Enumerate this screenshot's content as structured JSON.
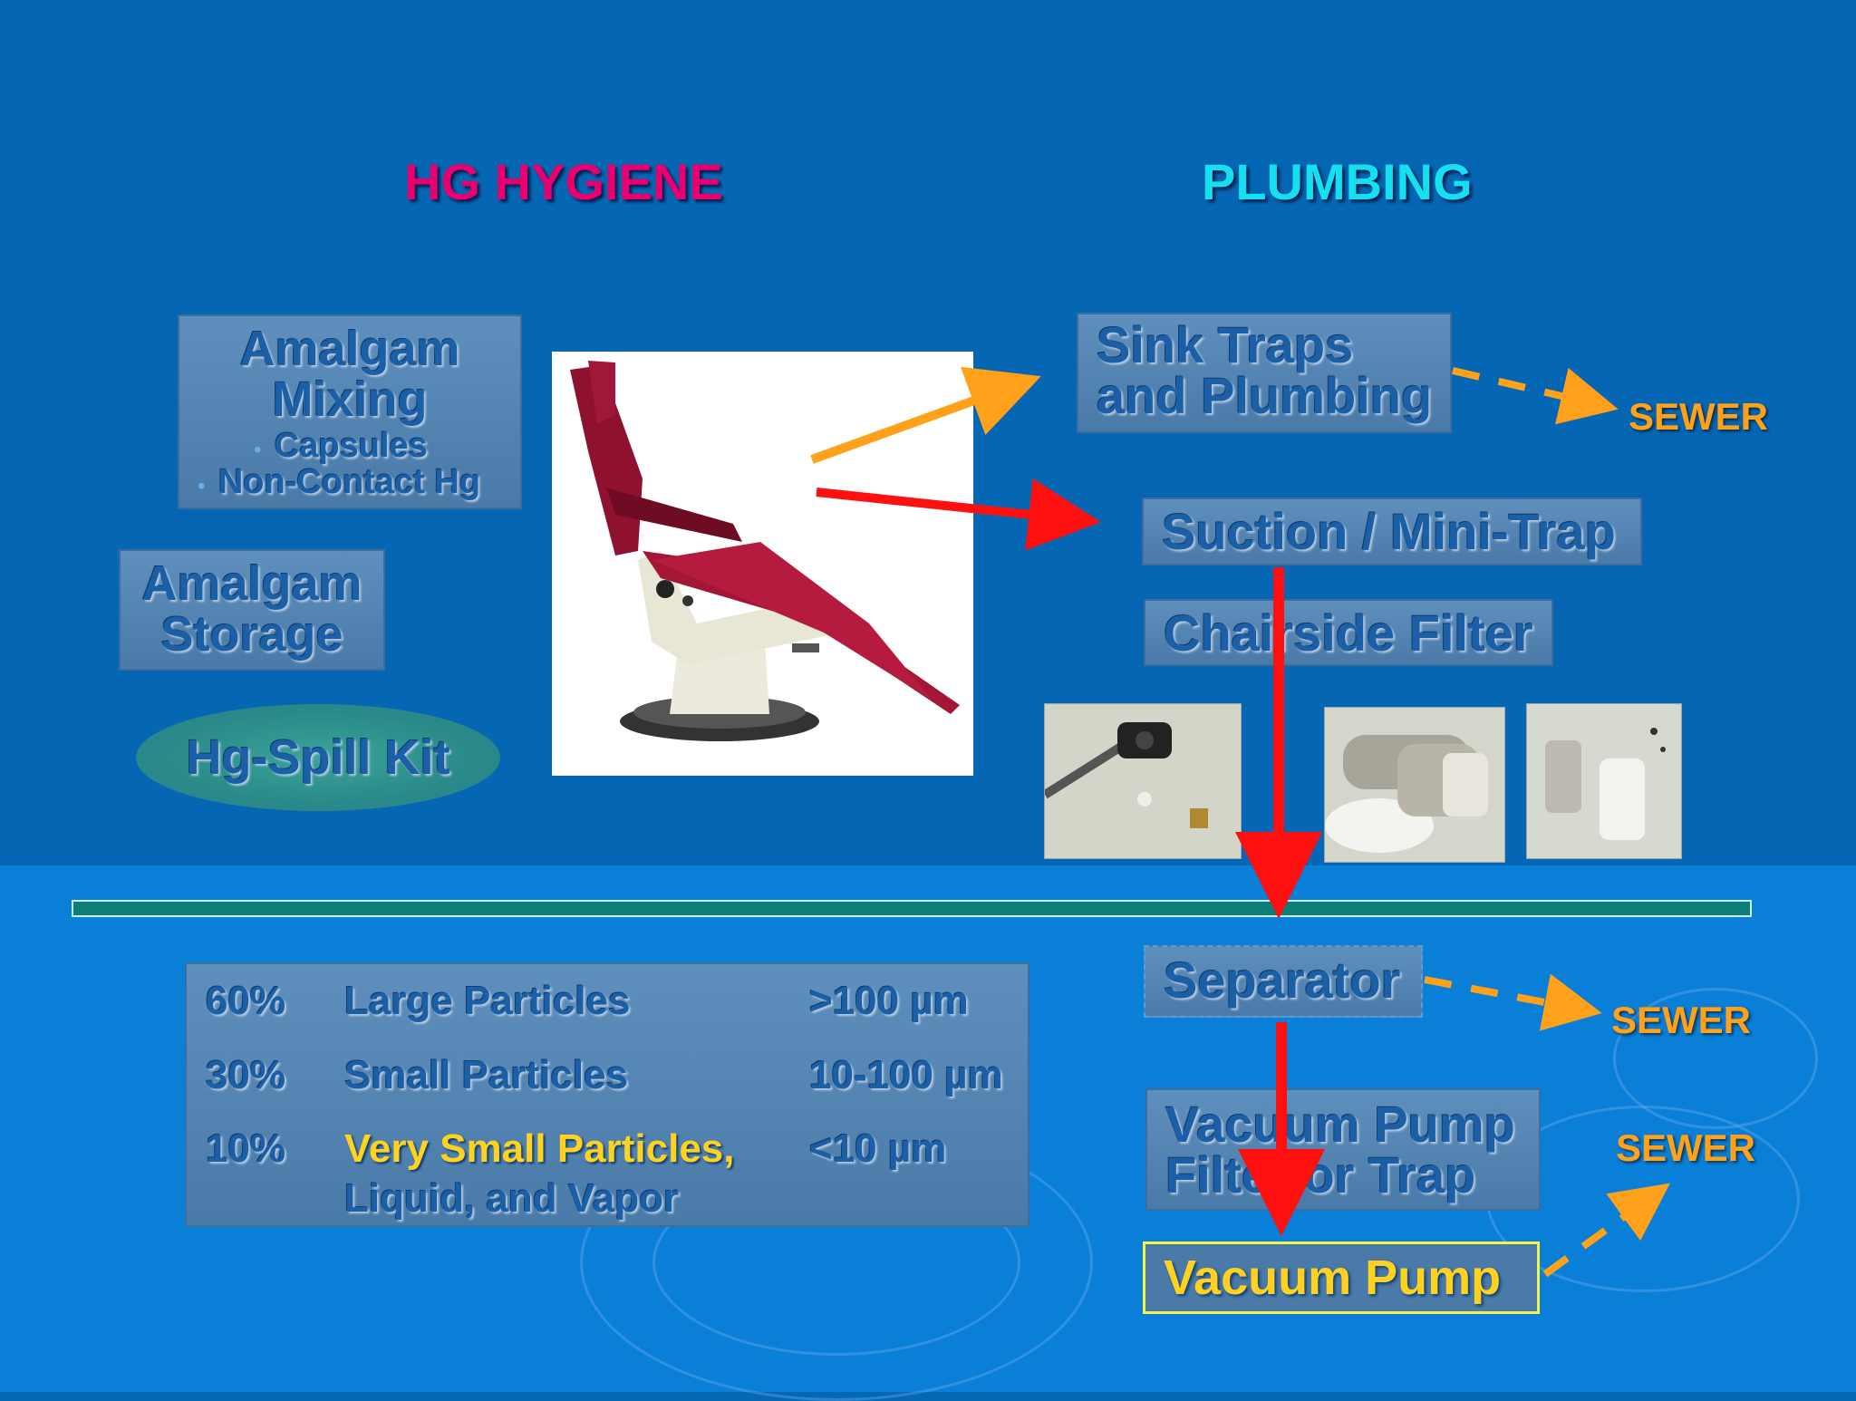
{
  "left_title": "HG HYGIENE",
  "right_title": "PLUMBING",
  "hygiene": {
    "mixing_line1": "Amalgam",
    "mixing_line2": "Mixing",
    "bullet1": "Capsules",
    "bullet2": "Non-Contact Hg",
    "storage_line1": "Amalgam",
    "storage_line2": "Storage",
    "spill_kit": "Hg-Spill Kit"
  },
  "plumbing": {
    "sink_line1": "Sink Traps",
    "sink_line2": "and Plumbing",
    "suction": "Suction / Mini-Trap",
    "chairside": "Chairside Filter",
    "separator": "Separator",
    "vacuum_filter_line1": "Vacuum Pump",
    "vacuum_filter_line2": "Filter or Trap",
    "vacuum_pump": "Vacuum Pump",
    "sewer1": "SEWER",
    "sewer2": "SEWER",
    "sewer3": "SEWER"
  },
  "particles": [
    {
      "pct": "60%",
      "label": "Large Particles",
      "label2": "",
      "size": ">100 µm"
    },
    {
      "pct": "30%",
      "label": "Small Particles",
      "label2": "",
      "size": "10-100 µm"
    },
    {
      "pct": "10%",
      "label": "Very Small Particles,",
      "label2": "Liquid, and Vapor",
      "size": "<10 µm"
    }
  ],
  "colors": {
    "left_title": "#e8006e",
    "right_title": "#16e0f0",
    "highlight": "#ffd21f",
    "red_arrow": "#ff1010",
    "orange_arrow": "#ffa11a"
  },
  "icons": {
    "chair": "dental-chair-image",
    "photos": [
      "suction-tip-photo",
      "filter-photo-1",
      "filter-photo-2"
    ]
  }
}
